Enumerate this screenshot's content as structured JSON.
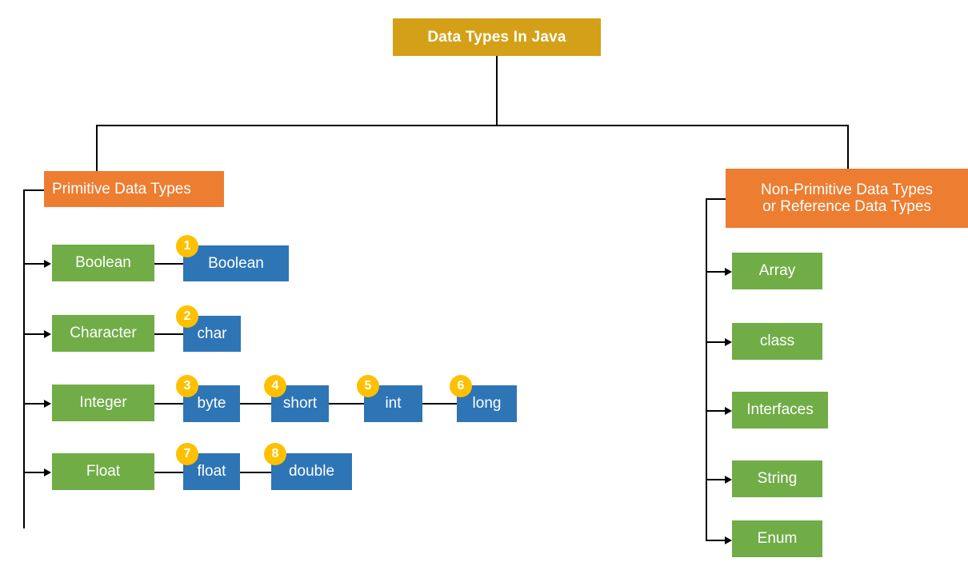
{
  "diagram": {
    "title": "Data Types In Java",
    "root": {
      "label": "Data Types In Java"
    },
    "branches": {
      "primitive": {
        "label": "Primitive Data Types"
      },
      "non_primitive": {
        "label": "Non-Primitive Data Types or Reference Data Types",
        "line1": "Non-Primitive Data Types",
        "line2": "or Reference Data Types"
      }
    },
    "primitive_groups": [
      {
        "label": "Boolean",
        "types": [
          {
            "number": "1",
            "label": "Boolean"
          }
        ]
      },
      {
        "label": "Character",
        "types": [
          {
            "number": "2",
            "label": "char"
          }
        ]
      },
      {
        "label": "Integer",
        "types": [
          {
            "number": "3",
            "label": "byte"
          },
          {
            "number": "4",
            "label": "short"
          },
          {
            "number": "5",
            "label": "int"
          },
          {
            "number": "6",
            "label": "long"
          }
        ]
      },
      {
        "label": "Float",
        "types": [
          {
            "number": "7",
            "label": "float"
          },
          {
            "number": "8",
            "label": "double"
          }
        ]
      }
    ],
    "non_primitive_types": [
      {
        "label": "Array"
      },
      {
        "label": "class"
      },
      {
        "label": "Interfaces"
      },
      {
        "label": "String"
      },
      {
        "label": "Enum"
      }
    ],
    "colors": {
      "root_gold": "#D4A017",
      "branch_orange": "#ED7D31",
      "group_green": "#70AD47",
      "type_blue": "#2E75B6",
      "badge_amber": "#FFC000",
      "connector_black": "#000000",
      "background": "#FFFFFF",
      "text_white": "#FFFFFF"
    }
  }
}
